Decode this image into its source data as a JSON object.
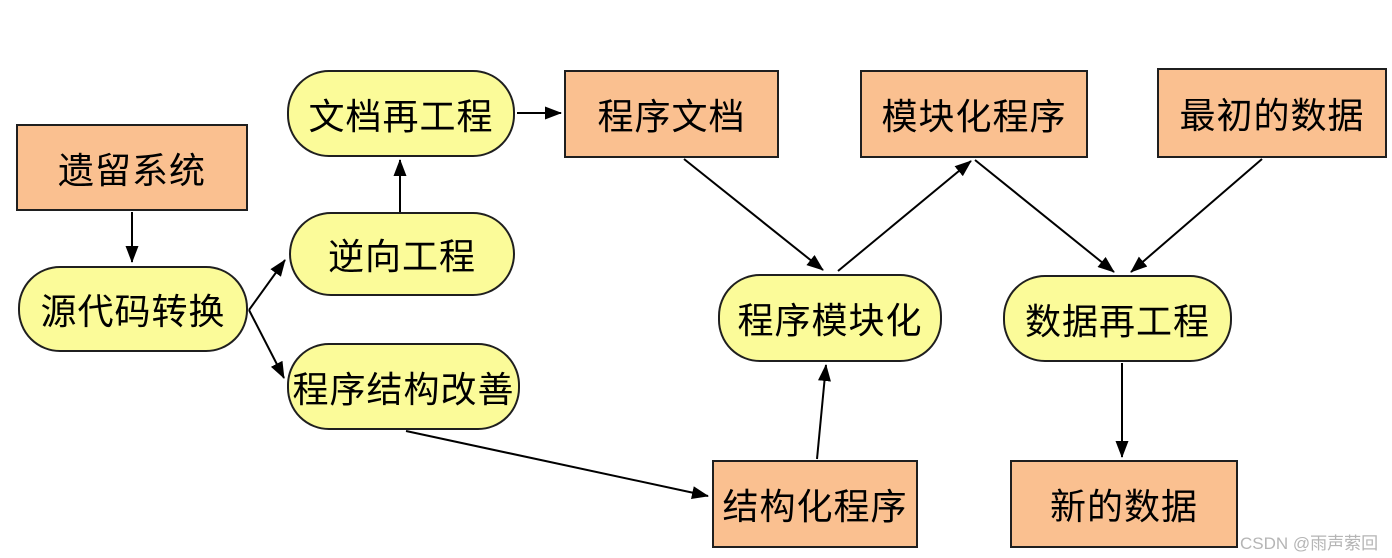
{
  "diagram": {
    "nodes": [
      {
        "id": "legacy-system",
        "label": "遗留系统",
        "type": "artifact"
      },
      {
        "id": "source-code-translation",
        "label": "源代码转换",
        "type": "process"
      },
      {
        "id": "document-reengineering",
        "label": "文档再工程",
        "type": "process"
      },
      {
        "id": "reverse-engineering",
        "label": "逆向工程",
        "type": "process"
      },
      {
        "id": "program-structure-improvement",
        "label": "程序结构改善",
        "type": "process"
      },
      {
        "id": "program-documentation",
        "label": "程序文档",
        "type": "artifact"
      },
      {
        "id": "modularized-program",
        "label": "模块化程序",
        "type": "artifact"
      },
      {
        "id": "original-data",
        "label": "最初的数据",
        "type": "artifact"
      },
      {
        "id": "program-modularization",
        "label": "程序模块化",
        "type": "process"
      },
      {
        "id": "data-reengineering",
        "label": "数据再工程",
        "type": "process"
      },
      {
        "id": "structured-program",
        "label": "结构化程序",
        "type": "artifact"
      },
      {
        "id": "new-data",
        "label": "新的数据",
        "type": "artifact"
      }
    ],
    "edges": [
      {
        "from": "legacy-system",
        "to": "source-code-translation"
      },
      {
        "from": "source-code-translation",
        "to": "reverse-engineering"
      },
      {
        "from": "source-code-translation",
        "to": "program-structure-improvement"
      },
      {
        "from": "reverse-engineering",
        "to": "document-reengineering"
      },
      {
        "from": "document-reengineering",
        "to": "program-documentation"
      },
      {
        "from": "program-documentation",
        "to": "program-modularization"
      },
      {
        "from": "program-modularization",
        "to": "modularized-program"
      },
      {
        "from": "modularized-program",
        "to": "data-reengineering"
      },
      {
        "from": "original-data",
        "to": "data-reengineering"
      },
      {
        "from": "program-structure-improvement",
        "to": "structured-program"
      },
      {
        "from": "structured-program",
        "to": "program-modularization"
      },
      {
        "from": "data-reengineering",
        "to": "new-data"
      }
    ],
    "colors": {
      "process_fill": "#FBFB99",
      "artifact_fill": "#FAC090",
      "outline": "#1F1F1F",
      "arrow": "#000000"
    }
  },
  "watermark": {
    "text": "CSDN @雨声萦回"
  }
}
